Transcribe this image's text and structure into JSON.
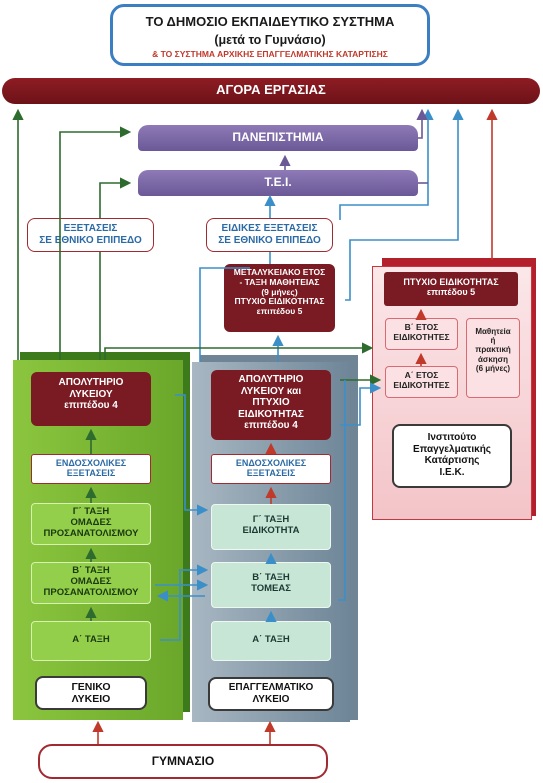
{
  "header": {
    "line1": "ΤΟ ΔΗΜΟΣΙΟ ΕΚΠΑΙΔΕΥΤΙΚΟ ΣΥΣΤΗΜΑ",
    "line2": "(μετά το Γυμνάσιο)",
    "line3": "& ΤΟ ΣΥΣΤΗΜΑ ΑΡΧΙΚΗΣ ΕΠΑΓΓΕΛΜΑΤΙΚΗΣ ΚΑΤΑΡΤΙΣΗΣ"
  },
  "labour_market": "ΑΓΟΡΑ ΕΡΓΑΣΙΑΣ",
  "university": "ΠΑΝΕΠΙΣΤΗΜΙΑ",
  "tei": "Τ.Ε.Ι.",
  "exams_national": {
    "line1": "ΕΞΕΤΑΣΕΙΣ",
    "line2": "ΣΕ ΕΘΝΙΚΟ ΕΠΙΠΕΔΟ"
  },
  "special_exams_national": {
    "line1": "ΕΙΔΙΚΕΣ ΕΞΕΤΑΣΕΙΣ",
    "line2": "ΣΕ ΕΘΝΙΚΟ ΕΠΙΠΕΔΟ"
  },
  "postsecondary": {
    "line1": "ΜΕΤΑΛΥΚΕΙΑΚΟ ΕΤΟΣ",
    "line2": "- ΤΑΞΗ ΜΑΘΗΤΕΙΑΣ",
    "line3": "(9 μήνες)",
    "line4": "ΠΤΥΧΙΟ ΕΙΔΙΚΟΤΗΤΑΣ",
    "line5": "επιπέδου 5"
  },
  "general": {
    "diploma": {
      "line1": "ΑΠΟΛΥΤΗΡΙΟ",
      "line2": "ΛΥΚΕΙΟΥ",
      "line3": "επιπέδου 4"
    },
    "internal_exams": {
      "line1": "ΕΝΔΟΣΧΟΛΙΚΕΣ",
      "line2": "ΕΞΕΤΑΣΕΙΣ"
    },
    "grade_c": {
      "line1": "Γ΄ ΤΑΞΗ",
      "line2": "ΟΜΑΔΕΣ",
      "line3": "ΠΡΟΣΑΝΑΤΟΛΙΣΜΟΥ"
    },
    "grade_b": {
      "line1": "Β΄ ΤΑΞΗ",
      "line2": "ΟΜΑΔΕΣ",
      "line3": "ΠΡΟΣΑΝΑΤΟΛΙΣΜΟΥ"
    },
    "grade_a": "Α΄ ΤΑΞΗ",
    "name": {
      "line1": "ΓΕΝΙΚΟ",
      "line2": "ΛΥΚΕΙΟ"
    }
  },
  "vocational": {
    "diploma": {
      "line1": "ΑΠΟΛΥΤΗΡΙΟ",
      "line2": "ΛΥΚΕΙΟΥ και",
      "line3": "ΠΤΥΧΙΟ",
      "line4": "ΕΙΔΙΚΟΤΗΤΑΣ",
      "line5": "επιπέδου 4"
    },
    "internal_exams": {
      "line1": "ΕΝΔΟΣΧΟΛΙΚΕΣ",
      "line2": "ΕΞΕΤΑΣΕΙΣ"
    },
    "grade_c": {
      "line1": "Γ΄ ΤΑΞΗ",
      "line2": "ΕΙΔΙΚΟΤΗΤΑ"
    },
    "grade_b": {
      "line1": "Β΄ ΤΑΞΗ",
      "line2": "ΤΟΜΕΑΣ"
    },
    "grade_a": "Α΄ ΤΑΞΗ",
    "name": {
      "line1": "ΕΠΑΓΓΕΛΜΑΤΙΚΟ",
      "line2": "ΛΥΚΕΙΟ"
    }
  },
  "iek": {
    "degree": {
      "line1": "ΠΤΥΧΙΟ ΕΙΔΙΚΟΤΗΤΑΣ",
      "line2": "επιπέδου 5"
    },
    "year_b": {
      "line1": "Β΄ ΕΤΟΣ",
      "line2": "ΕΙΔΙΚΟΤΗΤΕΣ"
    },
    "year_a": {
      "line1": "Α΄ ΕΤΟΣ",
      "line2": "ΕΙΔΙΚΟΤΗΤΕΣ"
    },
    "internship": {
      "line1": "Μαθητεία",
      "line2": "ή",
      "line3": "πρακτική",
      "line4": "άσκηση",
      "line5": "(6 μήνες)"
    },
    "name": {
      "line1": "Ινστιτούτο",
      "line2": "Επαγγελματικής",
      "line3": "Κατάρτισης",
      "line4": "Ι.Ε.Κ."
    }
  },
  "gymnasium": "ΓΥΜΝΑΣΙΟ",
  "colors": {
    "maroon": "#7a1a22",
    "purple": "#7a67a6",
    "green": "#8cc63f",
    "gray_blue": "#8da1b0",
    "arrow_blue": "#3b8fc9",
    "arrow_green": "#2e6b2e",
    "arrow_red": "#c0392b"
  }
}
